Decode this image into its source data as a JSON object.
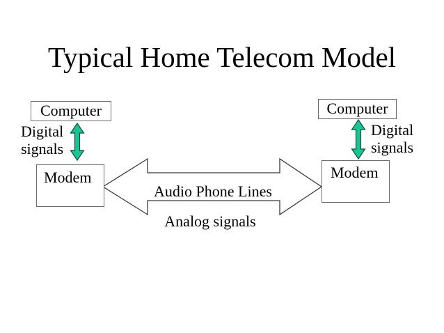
{
  "slide": {
    "title": "Typical Home Telecom Model"
  },
  "left_system": {
    "computer_label": "Computer",
    "modem_label": "Modem",
    "signal_lines": {
      "line1": "Digital",
      "line2": "signals"
    }
  },
  "right_system": {
    "computer_label": "Computer",
    "modem_label": "Modem",
    "signal_lines": {
      "line1": "Digital",
      "line2": "signals"
    }
  },
  "phone_line": {
    "arrow_label": "Audio Phone Lines",
    "signal_type_label": "Analog signals"
  },
  "colors": {
    "digital_arrow_fill": "#1cc494",
    "digital_arrow_stroke": "#114d3a",
    "phone_arrow_fill": "#ffffff",
    "phone_arrow_stroke": "#3a3a3a"
  }
}
